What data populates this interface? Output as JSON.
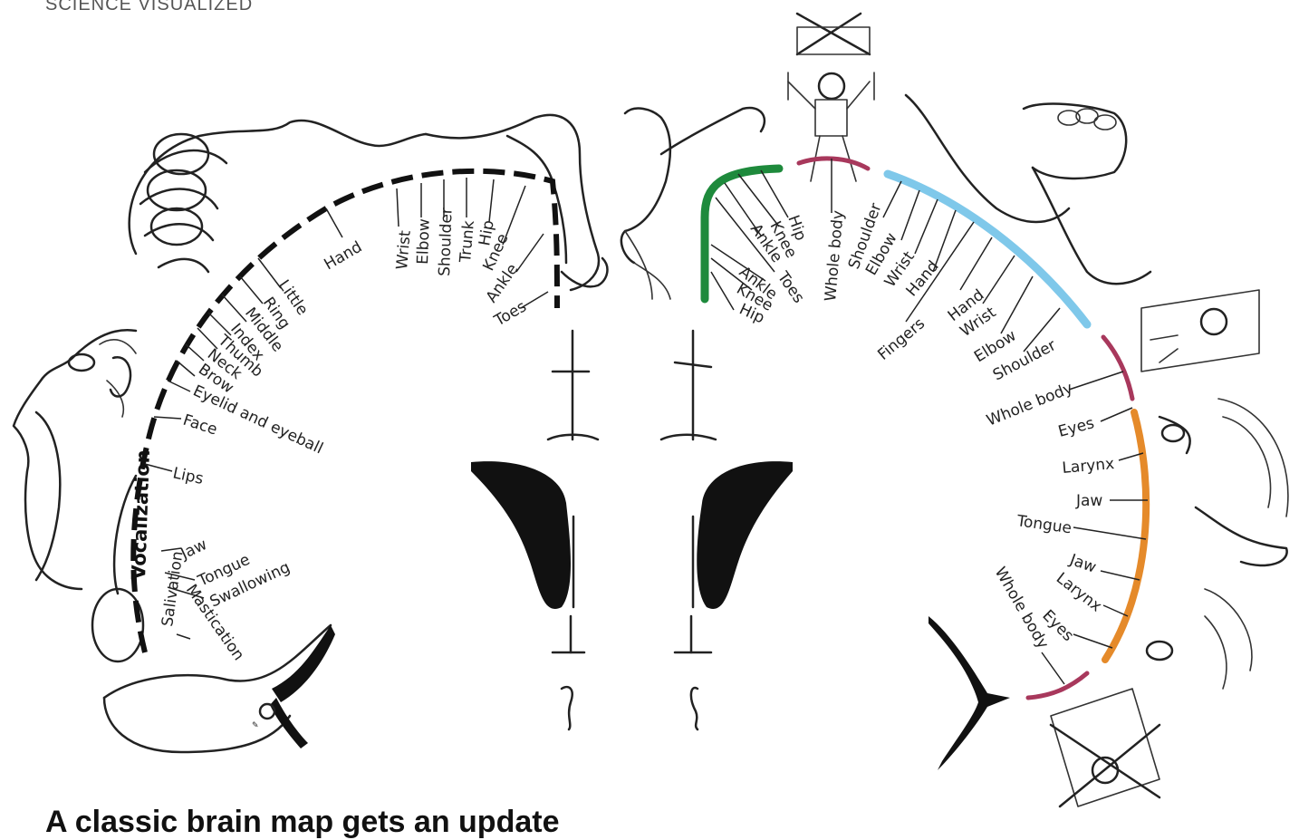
{
  "header": {
    "kicker": "SCIENCE VISUALIZED",
    "headline": "A classic brain map gets an update"
  },
  "colors": {
    "ink": "#111111",
    "foot_region": "#1e8a3c",
    "upper_limb_region": "#7fc8ea",
    "face_region": "#e58a2a",
    "whole_body_region": "#a8385c"
  },
  "classic_map": {
    "labels": [
      "Toes",
      "Ankle",
      "Knee",
      "Hip",
      "Trunk",
      "Shoulder",
      "Elbow",
      "Wrist",
      "Hand",
      "Little",
      "Ring",
      "Middle",
      "Index",
      "Thumb",
      "Neck",
      "Brow",
      "Eyelid and eyeball",
      "Face",
      "Lips",
      "Jaw",
      "Tongue",
      "Swallowing",
      "Vocalization",
      "Salivation",
      "Mastication"
    ]
  },
  "updated_map": {
    "foot_labels": [
      "Hip",
      "Knee",
      "Ankle",
      "Toes",
      "Ankle",
      "Knee",
      "Hip"
    ],
    "whole_body_top": "Whole body",
    "upper_limb_labels": [
      "Shoulder",
      "Elbow",
      "Wrist",
      "Hand",
      "Fingers",
      "Hand",
      "Wrist",
      "Elbow",
      "Shoulder"
    ],
    "whole_body_mid": "Whole body",
    "face_labels": [
      "Eyes",
      "Larynx",
      "Jaw",
      "Tongue",
      "Jaw",
      "Larynx",
      "Eyes"
    ],
    "whole_body_bottom": "Whole body"
  }
}
